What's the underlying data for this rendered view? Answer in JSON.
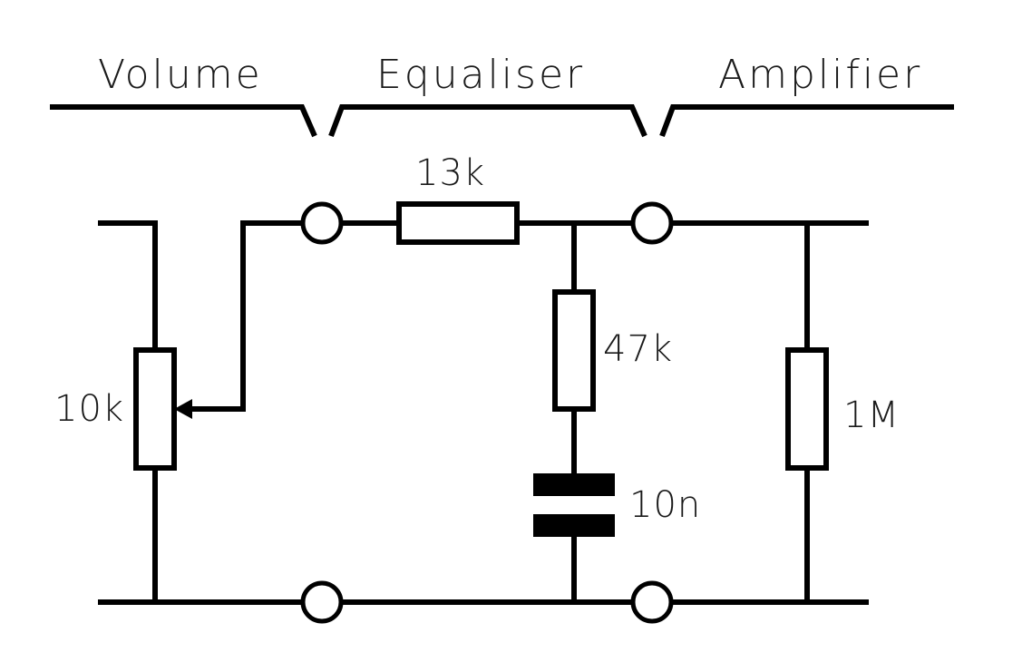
{
  "sections": {
    "volume": "Volume",
    "equaliser": "Equaliser",
    "amplifier": "Amplifier"
  },
  "components": {
    "potentiometer": "10k",
    "series_resistor": "13k",
    "shunt_resistor": "47k",
    "capacitor": "10n",
    "load_resistor": "1M"
  },
  "colors": {
    "line": "#000000",
    "background": "#ffffff"
  }
}
